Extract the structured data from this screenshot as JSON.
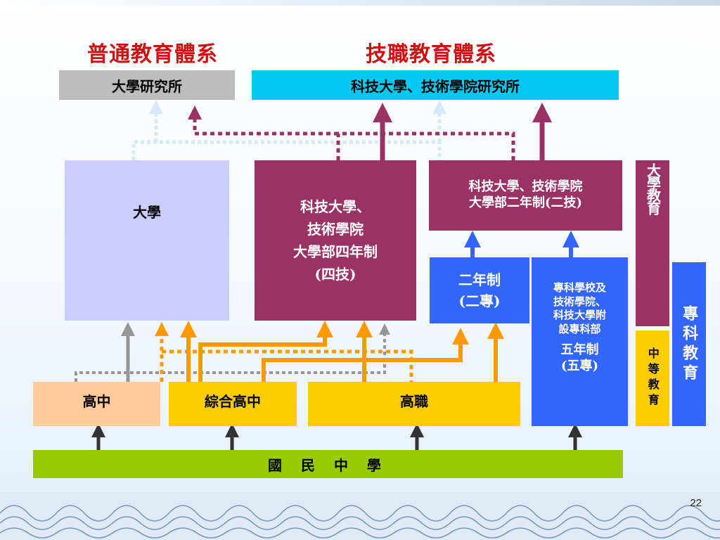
{
  "headings": {
    "general": "普通教育體系",
    "vocational": "技職教育體系"
  },
  "boxes": {
    "grad_institute": "大學研究所",
    "tech_grad_institute": "科技大學、技術學院研究所",
    "university": "大學",
    "tech_4yr": [
      "科技大學、",
      "技術學院",
      "大學部四年制",
      "(四技)"
    ],
    "tech_2yr": [
      "科技大學、技術學院",
      "大學部二年制(二技)"
    ],
    "junior_2yr": [
      "二年制",
      "(二專)"
    ],
    "junior_5yr": [
      "專科學校及",
      "技術學院、",
      "科技大學附",
      "設專科部",
      "五年制",
      "(五專)"
    ],
    "univ_edu_vertical": "大學教育",
    "secondary_edu_vertical": "中等教育",
    "junior_college_edu_vertical": "專科教育",
    "high_school": "高中",
    "comprehensive_high": "綜合高中",
    "vocational_high": "高職",
    "junior_high": "國 民 中 學"
  },
  "colors": {
    "heading_red": "#cc1111",
    "gray_box": "#bdbdbd",
    "cyan_box": "#00c8f0",
    "lavender_box": "#ccccff",
    "maroon_box": "#993366",
    "blue_box": "#3366ff",
    "peach_box": "#ffcc99",
    "gold_box": "#ffcc00",
    "lime_bar": "#99cc00",
    "orange_arrow": "#ff9900",
    "maroon_dotted": "#993366",
    "gray_arrow": "#969696",
    "light_blue_dotted": "#d6e9f8"
  },
  "page_number": "22"
}
